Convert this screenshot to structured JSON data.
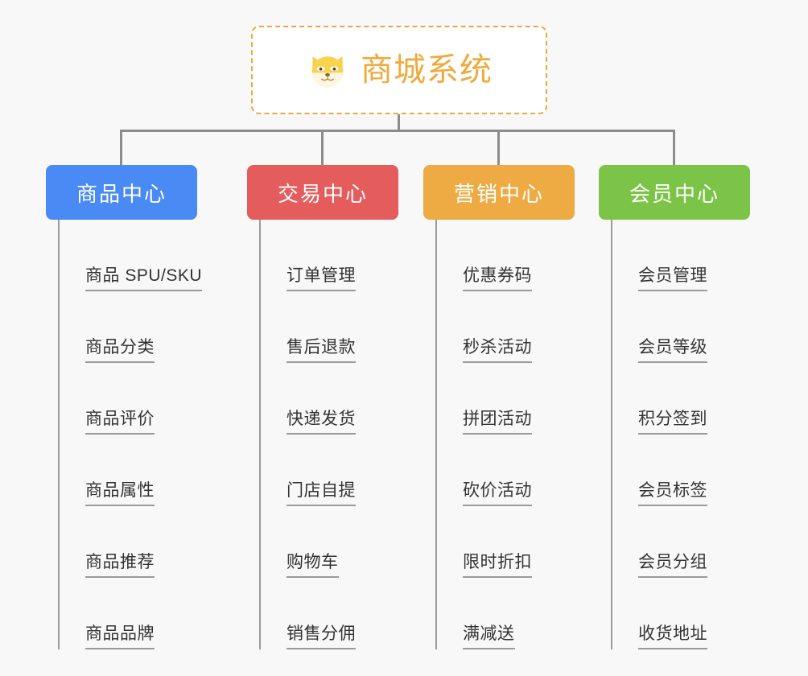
{
  "root": {
    "title": "商城系统",
    "icon": "shiba-dog-face-emoji",
    "border_color": "#e9a93f",
    "text_color": "#eeaa3c",
    "background": "#ffffff"
  },
  "canvas": {
    "background": "#f8f8f8",
    "connector_color": "#8c8c8c",
    "spine_color": "#9b9b9b",
    "leaf_text_color": "#333333"
  },
  "columns": [
    {
      "id": "product-center",
      "label": "商品中心",
      "color": "#4a8af4",
      "items": [
        "商品 SPU/SKU",
        "商品分类",
        "商品评价",
        "商品属性",
        "商品推荐",
        "商品品牌"
      ]
    },
    {
      "id": "trade-center",
      "label": "交易中心",
      "color": "#e55c5c",
      "items": [
        "订单管理",
        "售后退款",
        "快递发货",
        "门店自提",
        "购物车",
        "销售分佣"
      ]
    },
    {
      "id": "marketing-center",
      "label": "营销中心",
      "color": "#eeab44",
      "items": [
        "优惠券码",
        "秒杀活动",
        "拼团活动",
        "砍价活动",
        "限时折扣",
        "满减送"
      ]
    },
    {
      "id": "member-center",
      "label": "会员中心",
      "color": "#7cc447",
      "items": [
        "会员管理",
        "会员等级",
        "积分签到",
        "会员标签",
        "会员分组",
        "收货地址"
      ]
    }
  ]
}
